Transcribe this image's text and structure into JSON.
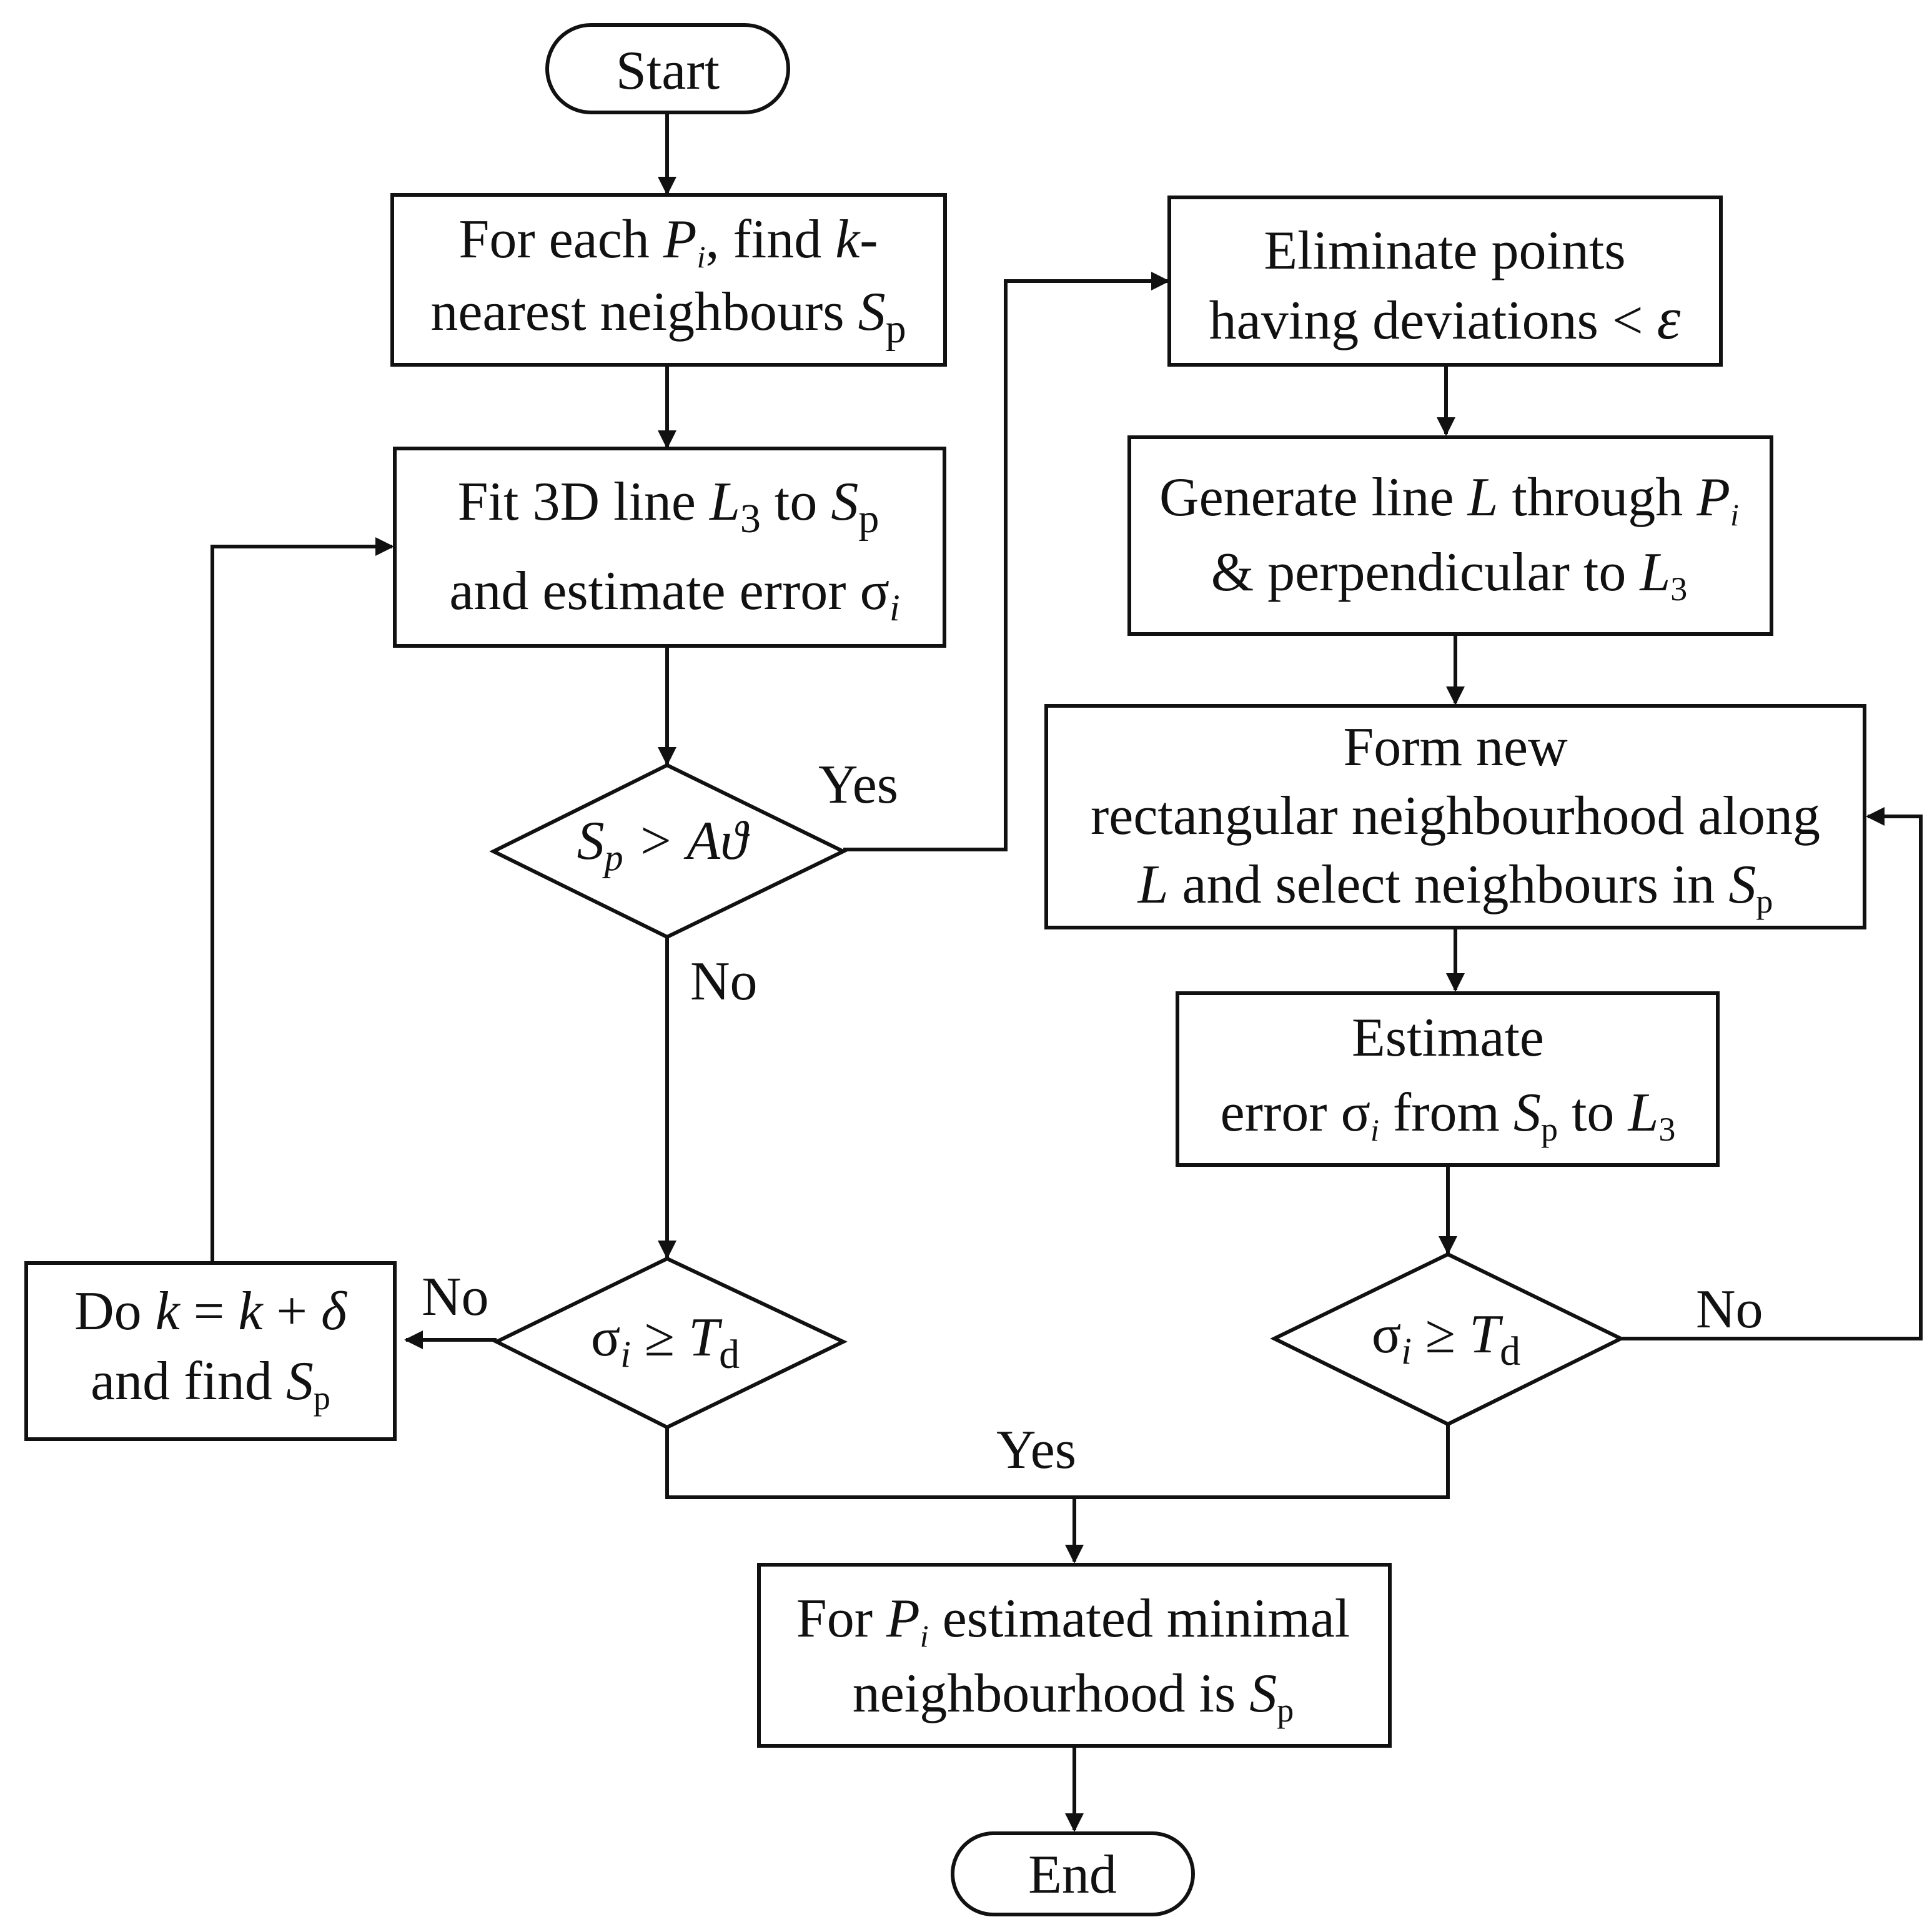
{
  "nodes": {
    "start": "Start",
    "end": "End",
    "find_knn": {
      "line1": [
        "For each ",
        "P",
        "i",
        ", find ",
        "k",
        "-"
      ],
      "line2": [
        "nearest neighbours ",
        "S",
        "p"
      ]
    },
    "fit_line": {
      "line1": [
        "Fit 3D line ",
        "L",
        "3",
        " to ",
        "S",
        "p"
      ],
      "line2": [
        "and estimate error ",
        "σ",
        "i"
      ]
    },
    "decision_sp": [
      "S",
      "p",
      " > ",
      "Aϑ"
    ],
    "decision_sigma_left": [
      "σ",
      "i",
      " ≥ ",
      "T",
      "d"
    ],
    "increment_k": {
      "line1": [
        "Do ",
        "k",
        " = ",
        "k",
        " + ",
        "δ"
      ],
      "line2": [
        "and find ",
        "S",
        "p"
      ]
    },
    "eliminate": {
      "line1": "Eliminate points",
      "line2": [
        "having deviations < ",
        "ε"
      ]
    },
    "generate_line": {
      "line1": [
        "Generate line ",
        "L",
        " through ",
        "P",
        "i"
      ],
      "line2": [
        "& perpendicular to ",
        "L",
        "3"
      ]
    },
    "form_neighbourhood": {
      "line1": "Form new",
      "line2": "rectangular neighbourhood along",
      "line3": [
        "L",
        " and select neighbours in ",
        "S",
        "p"
      ]
    },
    "estimate_error": {
      "line1": "Estimate",
      "line2": [
        "error ",
        "σ",
        "i",
        " from ",
        "S",
        "p",
        " to ",
        "L",
        "3"
      ]
    },
    "decision_sigma_right": [
      "σ",
      "i",
      " ≥ ",
      "T",
      "d"
    ],
    "result": {
      "line1": [
        "For ",
        "P",
        "i",
        " estimated minimal"
      ],
      "line2": [
        "neighbourhood is ",
        "S",
        "p"
      ]
    }
  },
  "edge_labels": {
    "sp_yes": "Yes",
    "sp_no": "No",
    "left_no": "No",
    "right_no": "No",
    "merge_yes": "Yes"
  }
}
